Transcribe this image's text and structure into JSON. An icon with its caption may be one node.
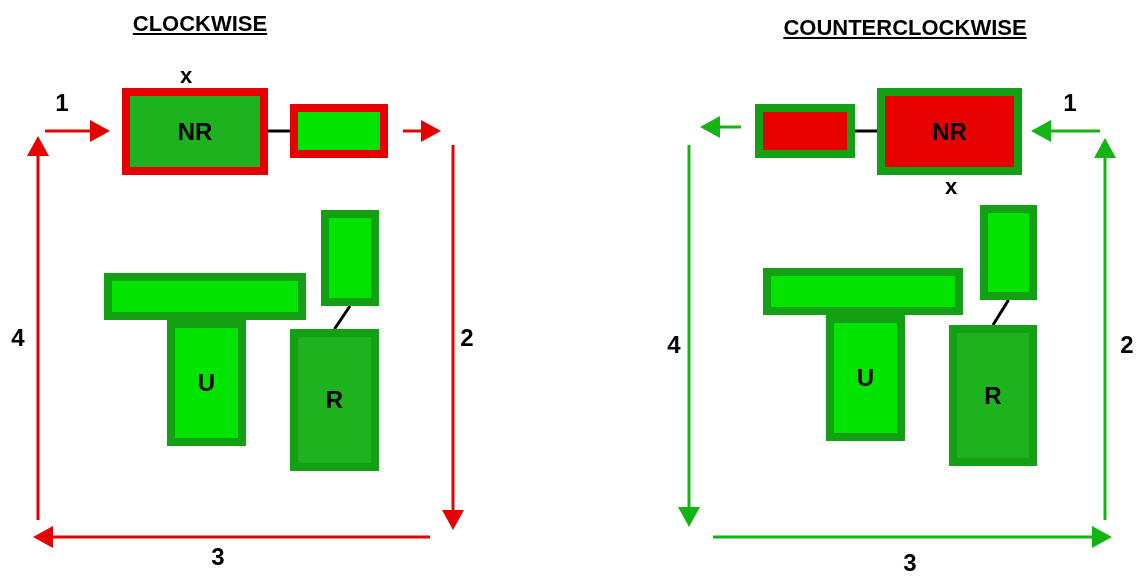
{
  "diagram": {
    "nodes": [
      {
        "text": [
          "NR"
        ]
      },
      {
        "text": [],
        "shape": "box"
      },
      {
        "text": [],
        "shape": "box"
      },
      {
        "text": [
          "U"
        ]
      },
      {
        "text": [],
        "shape": "box"
      },
      {
        "text": [
          "R"
        ]
      },
      {
        "text": [],
        "shape": "box"
      },
      {
        "text": [
          "NR"
        ]
      },
      {
        "text": [],
        "shape": "box"
      },
      {
        "text": [
          "U"
        ]
      },
      {
        "text": [],
        "shape": "box"
      },
      {
        "text": [
          "R"
        ]
      }
    ],
    "edges": [
      {
        "from": 0,
        "to": 1,
        "arrow": "none"
      },
      {
        "from": 4,
        "to": 5,
        "arrow": "none"
      },
      {
        "from": 6,
        "to": 7,
        "arrow": "none"
      },
      {
        "from": 10,
        "to": 11,
        "arrow": "none"
      }
    ],
    "labels": [
      "CLOCKWISE",
      "x",
      "1",
      "4",
      "2",
      "3",
      "COUNTERCLOCKWISE",
      "1",
      "x",
      "4",
      "2",
      "3"
    ]
  }
}
